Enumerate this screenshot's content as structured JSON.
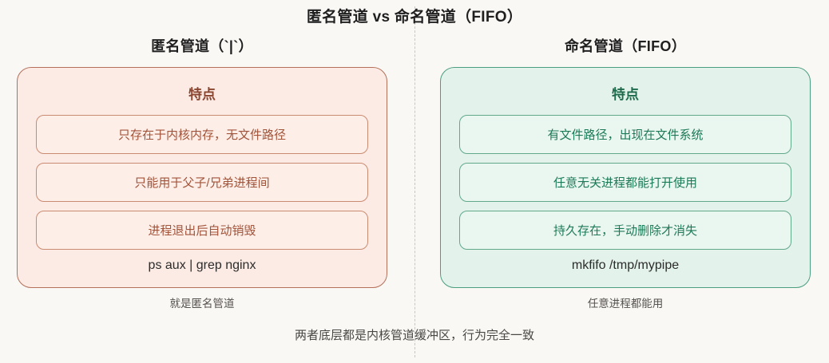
{
  "title": "匿名管道 vs 命名管道（FIFO）",
  "divider": {
    "style": "dashed-vertical"
  },
  "colors": {
    "page_background": "#faf8f5",
    "pipe_card_background": "#fcebe4",
    "pipe_card_border": "#b4705b",
    "pipe_pill_background": "#fdeee8",
    "pipe_pill_border": "#c98c72",
    "pipe_text": "#a2543a",
    "pipe_heading": "#8a4530",
    "fifo_card_background": "#e3f2ea",
    "fifo_card_border": "#4c9e81",
    "fifo_pill_background": "#eaf6f0",
    "fifo_pill_border": "#62a98c",
    "fifo_text": "#1d7a57",
    "fifo_heading": "#1d6b4c",
    "divider": "#c9c6c0"
  },
  "columns": [
    {
      "title": "匿名管道（`|`）",
      "card_heading": "特点",
      "features": [
        "只存在于内核内存，无文件路径",
        "只能用于父子/兄弟进程间",
        "进程退出后自动销毁"
      ],
      "code": "ps aux | grep nginx",
      "caption": "就是匿名管道"
    },
    {
      "title": "命名管道（FIFO）",
      "card_heading": "特点",
      "features": [
        "有文件路径，出现在文件系统",
        "任意无关进程都能打开使用",
        "持久存在，手动删除才消失"
      ],
      "code": "mkfifo /tmp/mypipe",
      "caption": "任意进程都能用"
    }
  ],
  "footer": "两者底层都是内核管道缓冲区，行为完全一致"
}
